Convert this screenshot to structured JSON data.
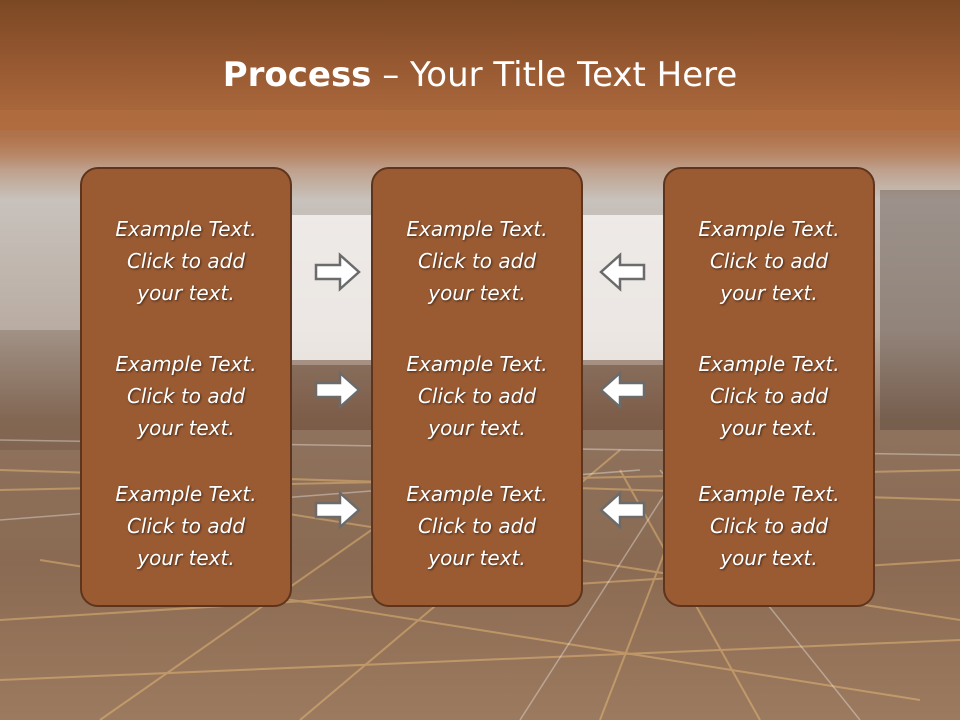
{
  "title": {
    "bold": "Process",
    "rest": " – Your Title Text Here"
  },
  "columns": [
    {
      "blocks": [
        {
          "line1": "Example Text.",
          "line2": "Click  to add",
          "line3": "your text."
        },
        {
          "line1": "Example Text.",
          "line2": "Click  to add",
          "line3": "your text."
        },
        {
          "line1": "Example Text.",
          "line2": "Click  to add",
          "line3": "your text."
        }
      ]
    },
    {
      "blocks": [
        {
          "line1": "Example Text.",
          "line2": "Click  to add",
          "line3": "your text."
        },
        {
          "line1": "Example Text.",
          "line2": "Click  to add",
          "line3": "your text."
        },
        {
          "line1": "Example Text.",
          "line2": "Click  to add",
          "line3": "your text."
        }
      ]
    },
    {
      "blocks": [
        {
          "line1": "Example Text.",
          "line2": "Click  to add",
          "line3": "your text."
        },
        {
          "line1": "Example Text.",
          "line2": "Click  to add",
          "line3": "your text."
        },
        {
          "line1": "Example Text.",
          "line2": "Click  to add",
          "line3": "your text."
        }
      ]
    }
  ],
  "arrows": {
    "left_group": [
      "arrow-right-icon",
      "arrow-right-icon",
      "arrow-right-icon"
    ],
    "right_group": [
      "arrow-left-icon",
      "arrow-left-icon",
      "arrow-left-icon"
    ]
  },
  "colors": {
    "panel_fill": "#9a5b33",
    "panel_border": "#5e351c",
    "title_band": "#9a5b33",
    "arrow_fill": "#ffffff",
    "arrow_stroke": "#6b6b6b"
  }
}
